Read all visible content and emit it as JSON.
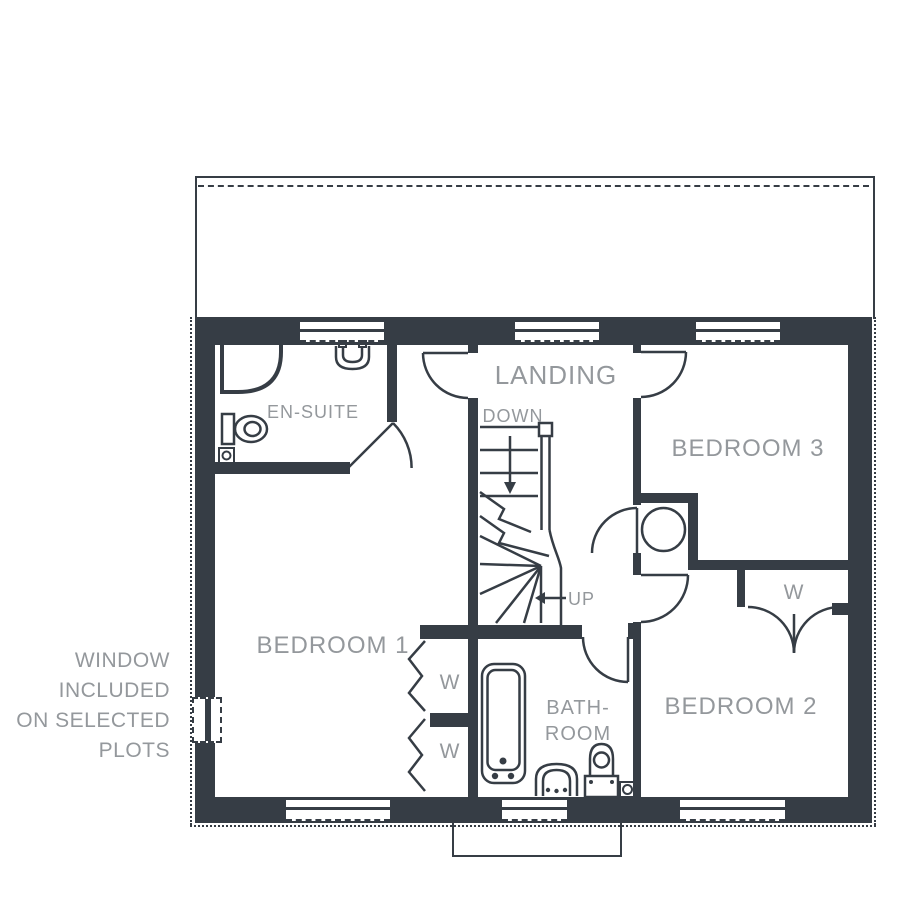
{
  "colors": {
    "wall": "#363d45",
    "label": "#94989c",
    "background": "#ffffff"
  },
  "labels": {
    "landing": "LANDING",
    "down": "DOWN",
    "up": "UP",
    "ensuite": "EN-SUITE",
    "bedroom1": "BEDROOM 1",
    "bedroom2": "BEDROOM 2",
    "bedroom3": "BEDROOM 3",
    "bath_line1": "BATH-",
    "bath_line2": "ROOM",
    "wardrobe": "W"
  },
  "note": {
    "line1": "WINDOW",
    "line2": "INCLUDED",
    "line3": "ON SELECTED",
    "line4": "PLOTS"
  }
}
